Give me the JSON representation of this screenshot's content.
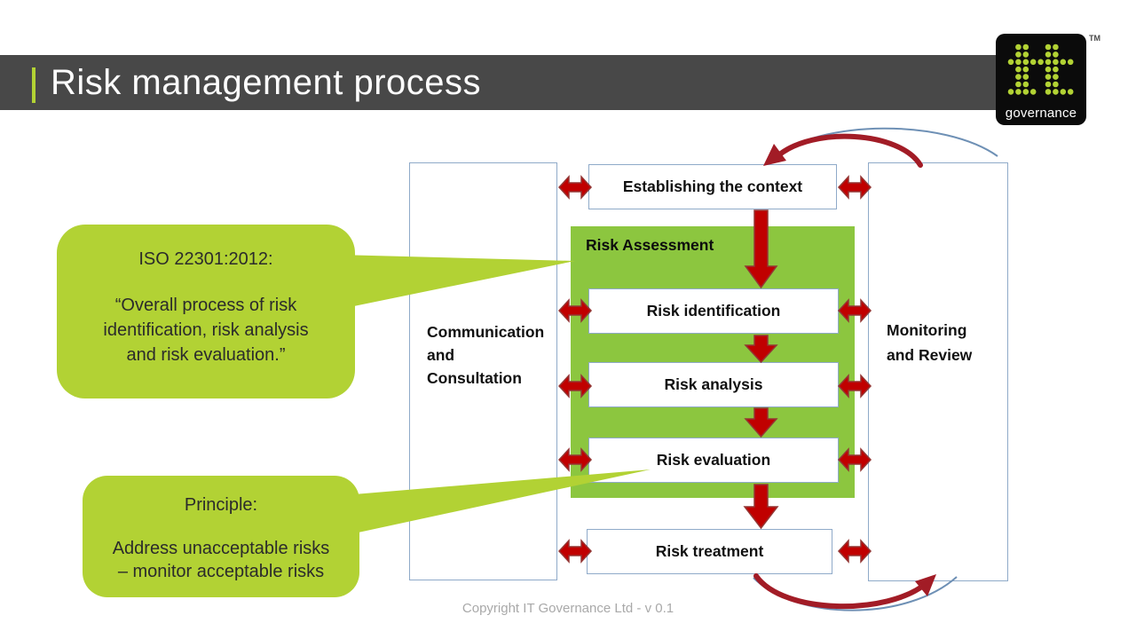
{
  "header": {
    "title": "Risk management process"
  },
  "logo": {
    "wordmark": "governance",
    "trademark": "TM"
  },
  "diagram": {
    "communication_box": {
      "line1": "Communication",
      "line2": "and",
      "line3": "Consultation"
    },
    "monitoring_box": {
      "line1": "Monitoring",
      "line2": "and Review"
    },
    "establishing_label": "Establishing the context",
    "risk_assessment_label": "Risk Assessment",
    "risk_identification_label": "Risk identification",
    "risk_analysis_label": "Risk analysis",
    "risk_evaluation_label": "Risk evaluation",
    "risk_treatment_label": "Risk treatment"
  },
  "callouts": {
    "iso": {
      "title": "ISO 22301:2012:",
      "line1": "“Overall process of risk",
      "line2": "identification, risk analysis",
      "line3": "and risk evaluation.”"
    },
    "principle": {
      "title": "Principle:",
      "line1": "Address unacceptable risks",
      "line2": "– monitor acceptable risks"
    }
  },
  "footer": {
    "copyright": "Copyright IT Governance Ltd - v 0.1"
  },
  "colors": {
    "accent_green": "#b2d234",
    "assessment_green": "#8cc63f",
    "arrow_red": "#c00000",
    "arrow_outline": "#943634",
    "curved_arrow_red": "#a21c26",
    "curved_arrow_blue": "#6e90b5",
    "box_border_blue": "#8faac9",
    "header_gray": "#484848"
  },
  "icons": {
    "double-arrow-icon": "red horizontal double-headed arrow",
    "down-arrow-icon": "red downward arrow",
    "curved-arrow-icon": "dark red curved feedback arrow",
    "it-logo-dots-icon": "green dot-matrix 'it' glyph"
  }
}
